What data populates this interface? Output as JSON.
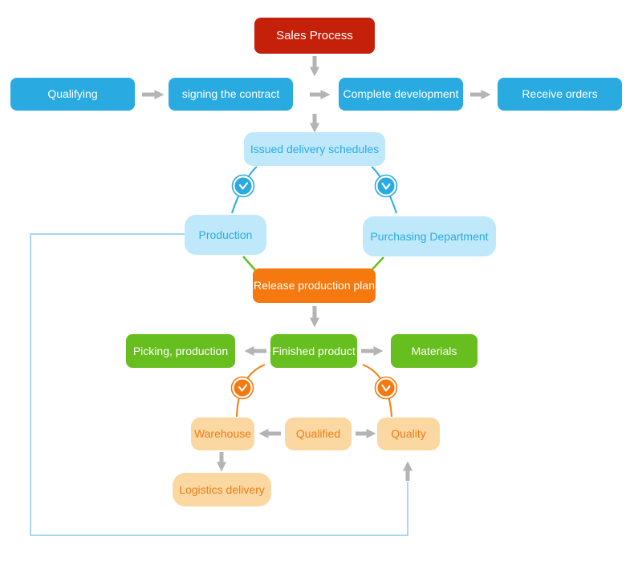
{
  "diagram_title": "Sales Process flowchart",
  "palette": {
    "red": "#c4200a",
    "blue": "#29abe2",
    "light_blue_fill": "#bfe9fb",
    "light_blue_text": "#29abe2",
    "orange": "#f5790f",
    "green": "#67be1f",
    "peach_fill": "#fbd8a1",
    "peach_text": "#ee7d1a",
    "arrow_gray": "#b4b4b4",
    "feedback_line_blue": "#a8d8ef",
    "green_connector": "#67be1f",
    "orange_connector": "#f5790f"
  },
  "nodes": {
    "sales_process": {
      "label": "Sales Process"
    },
    "qualifying": {
      "label": "Qualifying"
    },
    "signing_contract": {
      "label": "signing the contract"
    },
    "complete_development": {
      "label": "Complete development"
    },
    "receive_orders": {
      "label": "Receive orders"
    },
    "issued_delivery": {
      "label": "Issued delivery schedules"
    },
    "production": {
      "label": "Production"
    },
    "purchasing": {
      "label": "Purchasing Department"
    },
    "release_plan": {
      "label": "Release production plan"
    },
    "picking": {
      "label": "Picking, production"
    },
    "finished_product": {
      "label": "Finished product"
    },
    "materials": {
      "label": "Materials"
    },
    "warehouse": {
      "label": "Warehouse"
    },
    "qualified": {
      "label": "Qualified"
    },
    "quality": {
      "label": "Quality"
    },
    "logistics": {
      "label": "Logistics delivery"
    }
  },
  "icons": {
    "clock_blue_left": "clock-icon",
    "clock_blue_right": "clock-icon",
    "clock_orange_left": "clock-icon",
    "clock_orange_right": "clock-icon"
  }
}
